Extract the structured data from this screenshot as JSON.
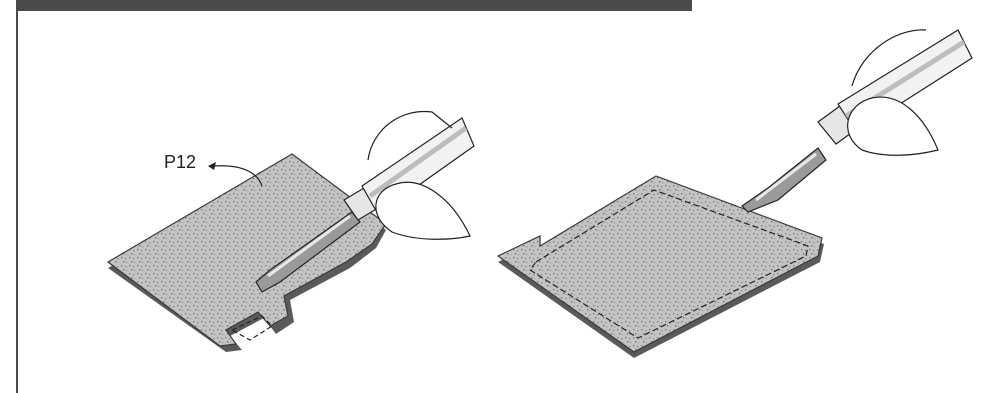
{
  "callout_label": "P12",
  "colors": {
    "frame": "#4a4a4a",
    "pad_fill": "#b9b9b9",
    "pad_edge": "#3a3a3a",
    "tool_metal": "#9a9a9a",
    "tool_light": "#e8e8e8"
  },
  "panels": [
    {
      "id": "left",
      "description_icon": "scraper-removing-adhesive-pad-icon"
    },
    {
      "id": "right",
      "description_icon": "scraper-lifting-adhesive-pad-icon"
    }
  ]
}
